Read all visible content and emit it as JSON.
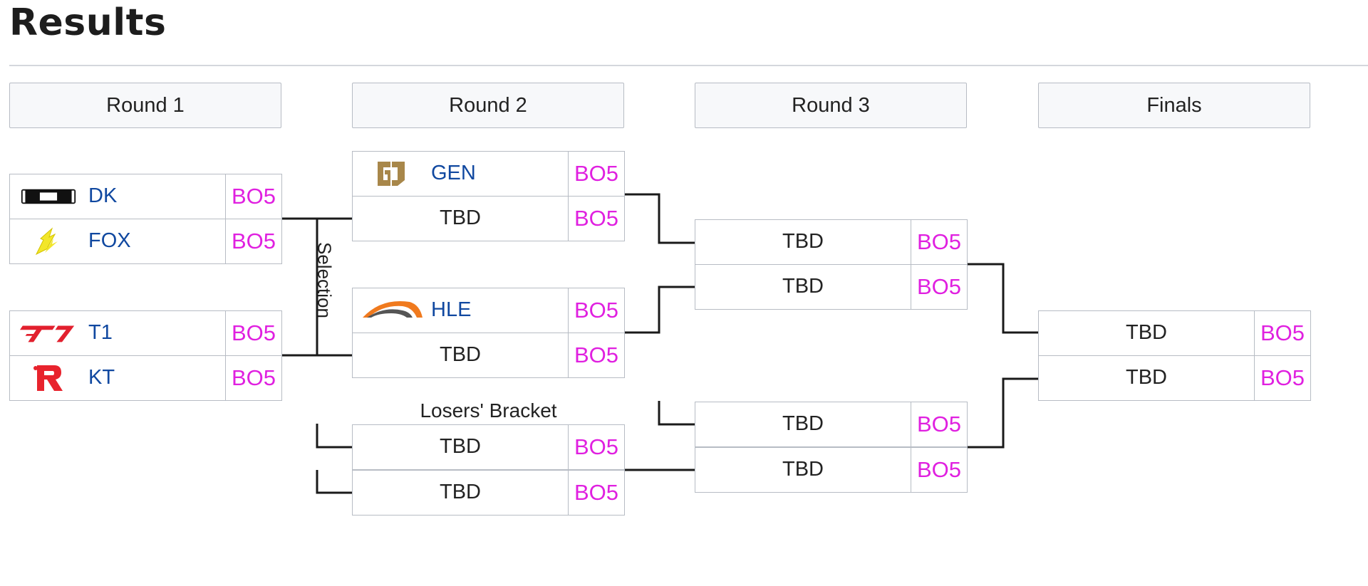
{
  "page": {
    "title": "Results"
  },
  "rounds": [
    "Round 1",
    "Round 2",
    "Round 3",
    "Finals"
  ],
  "bracket": {
    "selection_label": "Selection",
    "losers_label": "Losers' Bracket",
    "round1": [
      {
        "team": "DK",
        "logo": "dk-logo",
        "score": "BO5"
      },
      {
        "team": "FOX",
        "logo": "fox-logo",
        "score": "BO5"
      },
      {
        "team": "T1",
        "logo": "t1-logo",
        "score": "BO5"
      },
      {
        "team": "KT",
        "logo": "kt-logo",
        "score": "BO5"
      }
    ],
    "round2": [
      {
        "team": "GEN",
        "logo": "gen-logo",
        "score": "BO5"
      },
      {
        "team": "TBD",
        "score": "BO5"
      },
      {
        "team": "HLE",
        "logo": "hle-logo",
        "score": "BO5"
      },
      {
        "team": "TBD",
        "score": "BO5"
      }
    ],
    "losers": [
      {
        "team": "TBD",
        "score": "BO5"
      },
      {
        "team": "TBD",
        "score": "BO5"
      }
    ],
    "round3": [
      {
        "team": "TBD",
        "score": "BO5"
      },
      {
        "team": "TBD",
        "score": "BO5"
      },
      {
        "team": "TBD",
        "score": "BO5"
      },
      {
        "team": "TBD",
        "score": "BO5"
      }
    ],
    "finals": [
      {
        "team": "TBD",
        "score": "BO5"
      },
      {
        "team": "TBD",
        "score": "BO5"
      }
    ]
  },
  "colors": {
    "team_name": "#1048a0",
    "score": "#e020e0",
    "border": "#b7bcc4",
    "connector": "#1a1a1a"
  }
}
